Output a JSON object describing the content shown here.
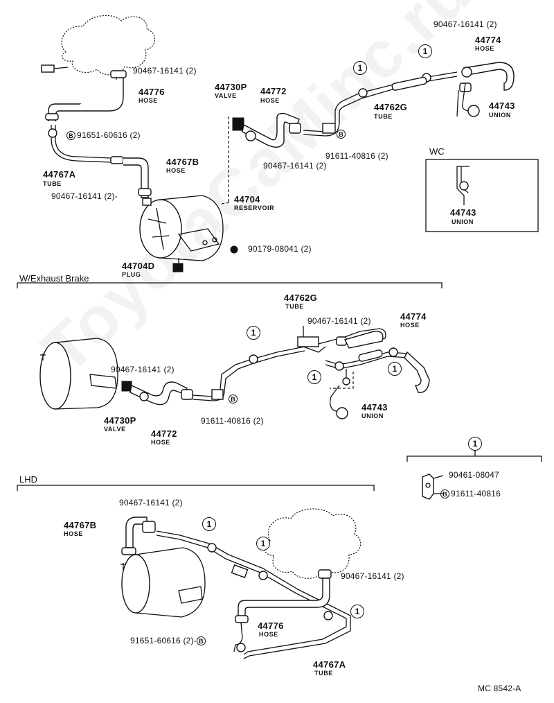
{
  "watermark": "ToyotaCaMinc.ru",
  "doc_code": "MC 8542-A",
  "sections": {
    "wc": "WC",
    "exhaust": "W/Exhaust Brake",
    "lhd": "LHD"
  },
  "clamp_marker": "1",
  "bolt_marker": "B",
  "main_labels": {
    "p90467_a": "90467-16141 (2)",
    "p44776_pn": "44776",
    "p44776_sub": "HOSE",
    "p91651": "91651-60616 (2)",
    "p44767A_pn": "44767A",
    "p44767A_sub": "TUBE",
    "p44767B_pn": "44767B",
    "p44767B_sub": "HOSE",
    "p90467_b": "90467-16141 (2)-",
    "p44704_pn": "44704",
    "p44704_sub": "RESERVOIR",
    "p90179": "90179-08041 (2)",
    "p44704D_pn": "44704D",
    "p44704D_sub": "PLUG",
    "p44730P_pn": "44730P",
    "p44730P_sub": "VALVE",
    "p44772_pn": "44772",
    "p44772_sub": "HOSE",
    "p90467_c": "90467-16141 (2)",
    "p91611": "91611-40816 (2)",
    "p44762G_pn": "44762G",
    "p44762G_sub": "TUBE",
    "p90467_d": "90467-16141 (2)",
    "p44774_pn": "44774",
    "p44774_sub": "HOSE",
    "p44743_pn": "44743",
    "p44743_sub": "UNION"
  },
  "wc_labels": {
    "pn": "44743",
    "sub": "UNION"
  },
  "exhaust_labels": {
    "p44762G_pn": "44762G",
    "p44762G_sub": "TUBE",
    "p90467_e": "90467-16141 (2)",
    "p44774_pn": "44774",
    "p44774_sub": "HOSE",
    "p90467_f": "90467-16141 (2)",
    "p44730P_pn": "44730P",
    "p44730P_sub": "VALVE",
    "p44772_pn": "44772",
    "p44772_sub": "HOSE",
    "p91611": "91611-40816 (2)",
    "p44743_pn": "44743",
    "p44743_sub": "UNION"
  },
  "clamp_detail": {
    "p90461": "90461-08047",
    "p91611": "91611-40816"
  },
  "lhd_labels": {
    "p90467_g": "90467-16141 (2)",
    "p44767B_pn": "44767B",
    "p44767B_sub": "HOSE",
    "p90467_h": "90467-16141 (2)",
    "p44776_pn": "44776",
    "p44776_sub": "HOSE",
    "p91651": "91651-60616 (2)-",
    "p44767A_pn": "44767A",
    "p44767A_sub": "TUBE"
  }
}
